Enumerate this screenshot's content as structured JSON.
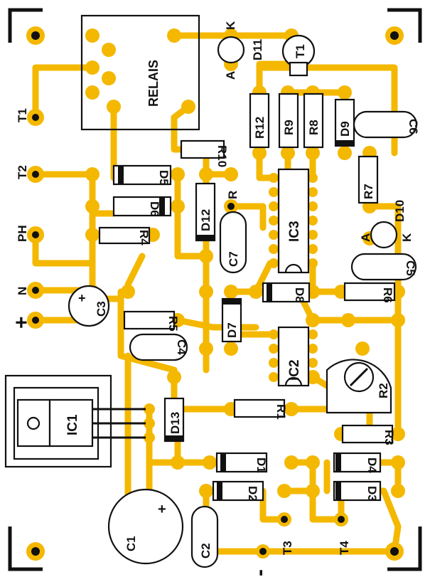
{
  "terminals": {
    "t1": "T1",
    "t2": "T2",
    "ph": "PH",
    "n": "N",
    "plus": "+",
    "minus": "-",
    "t3": "T3",
    "t4": "T4"
  },
  "relay": {
    "label": "RELAIS"
  },
  "pin_labels": {
    "a1": "A",
    "k1": "K",
    "a2": "A",
    "k2": "K",
    "r": "R"
  },
  "components": {
    "r1": "R1",
    "r2": "R2",
    "r3": "R3",
    "r4": "R4",
    "r5": "R5",
    "r6": "R6",
    "r7": "R7",
    "r8": "R8",
    "r9": "R9",
    "r10": "R10",
    "r12": "R12",
    "d1": "D1",
    "d2": "D2",
    "d3": "D3",
    "d4": "D4",
    "d5": "D5",
    "d6": "D6",
    "d7": "D7",
    "d8": "D8",
    "d9": "D9",
    "d10": "D10",
    "d11": "D11",
    "d12": "D12",
    "d13": "D13",
    "c1": "C1",
    "c2": "C2",
    "c3": "C3",
    "c4": "C4",
    "c5": "C5",
    "c6": "C6",
    "c7": "C7",
    "ic1": "IC1",
    "ic2": "IC2",
    "ic3": "IC3",
    "t1": "T1"
  },
  "colors": {
    "copper": "#f4b800",
    "ink": "#111111",
    "board": "#ffffff"
  }
}
